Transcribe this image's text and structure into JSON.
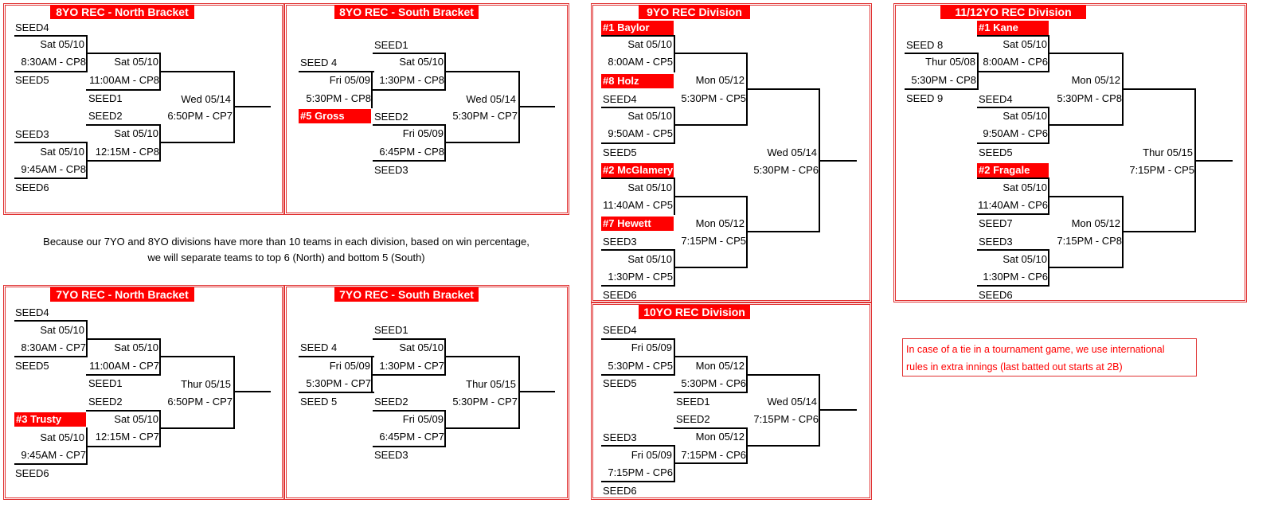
{
  "accent_color": "#ff0000",
  "north8": {
    "title": "8YO REC - North Bracket",
    "seed4": "SEED4",
    "g1_date": "Sat 05/10",
    "g1_time": "8:30AM - CP8",
    "seed5": "SEED5",
    "g2_date": "Sat 05/10",
    "g2_time": "11:00AM - CP8",
    "seed1": "SEED1",
    "seed2": "SEED2",
    "final_date": "Wed 05/14",
    "final_time": "6:50PM - CP7",
    "seed3": "SEED3",
    "g3_date": "Sat 05/10",
    "g3_time": "12:15M - CP8",
    "g4_date": "Sat 05/10",
    "g4_time": "9:45AM - CP8",
    "seed6": "SEED6"
  },
  "south8": {
    "title": "8YO REC - South Bracket",
    "seed1": "SEED1",
    "seed4": "SEED 4",
    "g1_date": "Sat 05/10",
    "g1_time": "1:30PM - CP8",
    "g2_date": "Fri 05/09",
    "g2_time": "5:30PM - CP8",
    "final_date": "Wed 05/14",
    "final_time": "5:30PM - CP7",
    "gross": "#5 Gross",
    "seed2": "SEED2",
    "g3_date": "Fri 05/09",
    "g3_time": "6:45PM - CP8",
    "seed3": "SEED3"
  },
  "note": {
    "line1": "Because our 7YO and 8YO divisions have more than 10 teams in each division, based on win percentage,",
    "line2": "we will separate teams to top 6 (North) and bottom 5 (South)"
  },
  "north7": {
    "title": "7YO REC - North Bracket",
    "seed4": "SEED4",
    "g1_date": "Sat 05/10",
    "g1_time": "8:30AM - CP7",
    "seed5": "SEED5",
    "g2_date": "Sat 05/10",
    "g2_time": "11:00AM - CP7",
    "seed1": "SEED1",
    "seed2": "SEED2",
    "final_date": "Thur 05/15",
    "final_time": "6:50PM - CP7",
    "trusty": "#3 Trusty",
    "g3_date": "Sat 05/10",
    "g3_time": "12:15M - CP7",
    "g4_date": "Sat 05/10",
    "g4_time": "9:45AM - CP7",
    "seed6": "SEED6"
  },
  "south7": {
    "title": "7YO REC - South Bracket",
    "seed1": "SEED1",
    "seed4": "SEED 4",
    "g1_date": "Sat 05/10",
    "g1_time": "1:30PM - CP7",
    "g2_date": "Fri 05/09",
    "g2_time": "5:30PM - CP7",
    "seed5": "SEED 5",
    "final_date": "Thur 05/15",
    "final_time": "5:30PM - CP7",
    "seed2": "SEED2",
    "g3_date": "Fri 05/09",
    "g3_time": "6:45PM - CP7",
    "seed3": "SEED3"
  },
  "div9": {
    "title": "9YO REC Division",
    "baylor": "#1 Baylor",
    "g1_date": "Sat 05/10",
    "g1_time": "8:00AM - CP5",
    "holz": "#8 Holz",
    "g2_date": "Mon 05/12",
    "g2_time": "5:30PM - CP5",
    "seed4": "SEED4",
    "g3_date": "Sat 05/10",
    "g3_time": "9:50AM - CP5",
    "seed5": "SEED5",
    "final_date": "Wed 05/14",
    "final_time": "5:30PM - CP6",
    "mcglamery": "#2 McGlamery",
    "g4_date": "Sat 05/10",
    "g4_time": "11:40AM - CP5",
    "hewett": "#7 Hewett",
    "g5_date": "Mon 05/12",
    "g5_time": "7:15PM - CP5",
    "seed3": "SEED3",
    "g6_date": "Sat 05/10",
    "g6_time": "1:30PM - CP5",
    "seed6": "SEED6"
  },
  "div10": {
    "title": "10YO REC Division",
    "seed4": "SEED4",
    "g1_date": "Fri 05/09",
    "g1_time": "5:30PM - CP5",
    "seed5": "SEED5",
    "g2_date": "Mon 05/12",
    "g2_time": "5:30PM - CP6",
    "seed1": "SEED1",
    "seed2": "SEED2",
    "final_date": "Wed 05/14",
    "final_time": "7:15PM - CP6",
    "seed3": "SEED3",
    "g3_date": "Mon 05/12",
    "g3_time": "7:15PM - CP6",
    "g4_date": "Fri 05/09",
    "g4_time": "7:15PM - CP6",
    "seed6": "SEED6"
  },
  "div1112": {
    "title": "11/12YO REC Division",
    "seed8": "SEED 8",
    "kane": "#1 Kane",
    "g1_date": "Thur 05/08",
    "g1_time": "5:30PM - CP8",
    "g2_date": "Sat 05/10",
    "g2_time": "8:00AM - CP6",
    "seed9": "SEED 9",
    "g3_date": "Mon 05/12",
    "g3_time": "5:30PM - CP8",
    "seed4": "SEED4",
    "g4_date": "Sat 05/10",
    "g4_time": "9:50AM - CP6",
    "seed5": "SEED5",
    "final_date": "Thur 05/15",
    "final_time": "7:15PM - CP5",
    "fragale": "#2 Fragale",
    "g5_date": "Sat 05/10",
    "g5_time": "11:40AM - CP6",
    "seed7": "SEED7",
    "g6_date": "Mon 05/12",
    "g6_time": "7:15PM - CP8",
    "seed3": "SEED3",
    "g7_date": "Sat 05/10",
    "g7_time": "1:30PM - CP6",
    "seed6": "SEED6"
  },
  "rules": {
    "line1": "In case of a tie in a tournament game, we use international",
    "line2": "rules in extra innings (last batted out starts at 2B)"
  }
}
